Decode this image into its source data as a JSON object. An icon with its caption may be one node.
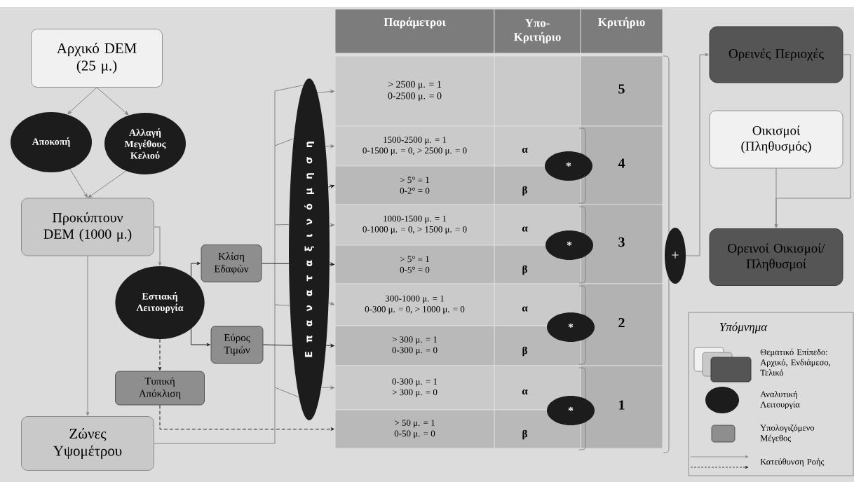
{
  "diagram": {
    "nodes": [
      {
        "text": [
          "Αρχικό DEM (25 μ.)"
        ]
      },
      {
        "text": [
          "Αποκοπή"
        ]
      },
      {
        "text": [
          "Αλλαγή Μεγέθους Κελιού"
        ]
      },
      {
        "text": [
          "Προκύπτουν DEM (1000 μ.)"
        ]
      },
      {
        "text": [
          "Εστιακή Λειτουργία"
        ]
      },
      {
        "text": [
          "Κλίση Εδαφών"
        ]
      },
      {
        "text": [
          "Εύρος Τιμών"
        ]
      },
      {
        "text": [
          "Τυπική Απόκλιση"
        ]
      },
      {
        "text": [
          "Ζώνες Υψομέτρου"
        ]
      },
      {
        "text": [
          "Ε π α ν α τ α ξ ι ν ό μ η σ η"
        ]
      },
      {
        "text": [
          "> 2500 μ. = 1",
          "0-2500 μ. = 0"
        ]
      },
      {
        "text": [
          "1500-2500 μ. = 1",
          "0-1500 μ. = 0, > 2500 μ. = 0"
        ]
      },
      {
        "text": [
          "> 5° = 1",
          "0-2° = 0"
        ]
      },
      {
        "text": [
          "1000-1500 μ. = 1",
          "0-1000 μ. = 0, > 1500 μ. = 0"
        ]
      },
      {
        "text": [
          "> 5° = 1",
          "0-5° = 0"
        ]
      },
      {
        "text": [
          "300-1000 μ. = 1",
          "0-300 μ. = 0, > 1000 μ. = 0"
        ]
      },
      {
        "text": [
          "> 300 μ. = 1",
          "0-300 μ. = 0"
        ]
      },
      {
        "text": [
          "0-300 μ. = 1",
          "> 300 μ. = 0"
        ]
      },
      {
        "text": [
          "> 50 μ. = 1",
          "0-50 μ. = 0"
        ]
      },
      {
        "text": [
          "*"
        ]
      },
      {
        "text": [
          "*"
        ]
      },
      {
        "text": [
          "*"
        ]
      },
      {
        "text": [
          "*"
        ]
      },
      {
        "text": [
          "+"
        ]
      },
      {
        "text": [
          "Ορεινές Περιοχές"
        ]
      },
      {
        "text": [
          "Οικισμοί (Πληθυσμός)"
        ]
      },
      {
        "text": [
          "Ορεινοί Οικισμοί/ Πληθυσμοί"
        ]
      }
    ],
    "edges": [
      {
        "from": 0,
        "to": 1,
        "arrow": "to"
      },
      {
        "from": 0,
        "to": 2,
        "arrow": "to"
      },
      {
        "from": 1,
        "to": 3,
        "arrow": "to"
      },
      {
        "from": 2,
        "to": 3,
        "arrow": "to"
      },
      {
        "from": 3,
        "to": 4,
        "arrow": "to"
      },
      {
        "from": 3,
        "to": 8,
        "arrow": "to"
      },
      {
        "from": 4,
        "to": 5,
        "arrow": "to",
        "color": "#222222"
      },
      {
        "from": 4,
        "to": 6,
        "arrow": "to",
        "color": "#222222"
      },
      {
        "from": 4,
        "to": 7,
        "arrow": "to",
        "style": "dashed",
        "color": "#222222"
      },
      {
        "from": 8,
        "to": 9,
        "arrow": "none"
      },
      {
        "from": 5,
        "to": 9,
        "arrow": "none",
        "color": "#222222"
      },
      {
        "from": 6,
        "to": 9,
        "arrow": "none",
        "color": "#222222"
      },
      {
        "from": 9,
        "to": 10,
        "arrow": "to"
      },
      {
        "from": 9,
        "to": 11,
        "arrow": "to"
      },
      {
        "from": 9,
        "to": 12,
        "arrow": "to",
        "color": "#222222"
      },
      {
        "from": 9,
        "to": 13,
        "arrow": "to"
      },
      {
        "from": 9,
        "to": 14,
        "arrow": "to",
        "color": "#222222"
      },
      {
        "from": 9,
        "to": 15,
        "arrow": "to"
      },
      {
        "from": 9,
        "to": 16,
        "arrow": "to",
        "color": "#222222"
      },
      {
        "from": 9,
        "to": 17,
        "arrow": "to"
      },
      {
        "from": 7,
        "to": 18,
        "arrow": "to",
        "style": "dashed",
        "color": "#222222"
      },
      {
        "from": 23,
        "to": 24,
        "arrow": "to"
      },
      {
        "from": 24,
        "to": 26,
        "arrow": "to"
      },
      {
        "from": 25,
        "to": 26,
        "arrow": "to"
      }
    ],
    "labels": [
      "Παράμετροι",
      "Υπο-Κριτήριο",
      "Κριτήριο",
      "5",
      "α",
      "4",
      "β",
      "α",
      "3",
      "β",
      "α",
      "2",
      "β",
      "α",
      "1",
      "β",
      "Υπόμνημα"
    ],
    "legend": [
      {
        "text": "Θεματικό Επίπεδο: Αρχικό, Ενδιάμεσο, Τελικό"
      },
      {
        "text": "Αναλυτική Λειτουργία"
      },
      {
        "text": "Υπολογιζόμενο Μέγεθος"
      },
      {
        "text": "Κατεύθυνση Ροής"
      }
    ]
  }
}
